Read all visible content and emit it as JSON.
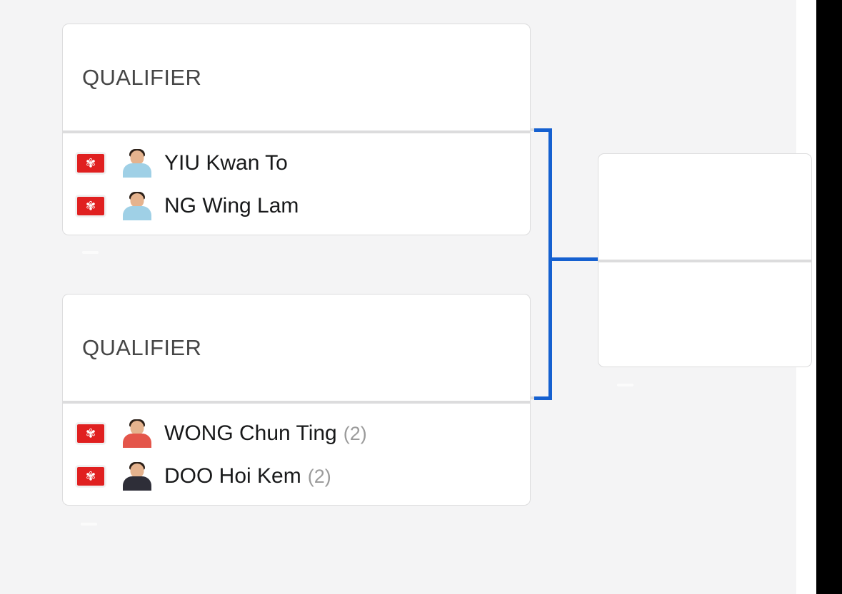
{
  "theme": {
    "page_background": "#f4f4f5",
    "card_background": "#ffffff",
    "card_border": "#dcdcdd",
    "divider": "#dcdcdd",
    "connector_blue": "#1560d0",
    "name_color": "#18191a",
    "seed_color": "#9b9b9b",
    "header_color": "#464646",
    "flag_red": "#e02020",
    "gutter_black": "#000000"
  },
  "bracket": {
    "rounds": [
      {
        "name": "round-1",
        "matches": [
          {
            "id": "r1-m1",
            "header": "QUALIFIER",
            "entrants": [
              {
                "country_code": "HKG",
                "flag_icon": "hong-kong-flag-icon",
                "avatar_icon": "player-avatar-icon",
                "shirt": "shirt-lightblue",
                "name": "YIU Kwan To",
                "seed": ""
              },
              {
                "country_code": "HKG",
                "flag_icon": "hong-kong-flag-icon",
                "avatar_icon": "player-avatar-icon",
                "shirt": "shirt-lightblue",
                "name": "NG Wing Lam",
                "seed": ""
              }
            ]
          },
          {
            "id": "r1-m2",
            "header": "QUALIFIER",
            "entrants": [
              {
                "country_code": "HKG",
                "flag_icon": "hong-kong-flag-icon",
                "avatar_icon": "player-avatar-icon",
                "shirt": "shirt-red",
                "name": "WONG Chun Ting",
                "seed": "(2)"
              },
              {
                "country_code": "HKG",
                "flag_icon": "hong-kong-flag-icon",
                "avatar_icon": "player-avatar-icon",
                "shirt": "shirt-dark",
                "name": "DOO Hoi Kem",
                "seed": "(2)"
              }
            ]
          }
        ]
      },
      {
        "name": "round-2",
        "matches": [
          {
            "id": "r2-m1",
            "header": "",
            "entrants": [
              {
                "name": "",
                "seed": ""
              },
              {
                "name": "",
                "seed": ""
              }
            ]
          }
        ]
      }
    ]
  },
  "flag_glyph": "✾"
}
